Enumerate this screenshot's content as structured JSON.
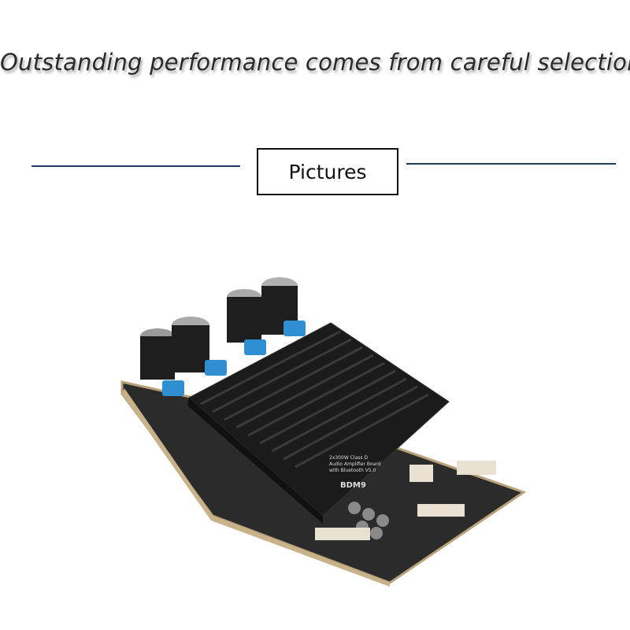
{
  "headline": "Outstanding performance comes from careful selection",
  "section_label": "Pictures",
  "product_photo": {
    "description_icon": "amplifier-board-photo",
    "board_text": [
      "2x300W Class D",
      "Audio Amplifier Board",
      "with Bluetooth V5.0",
      "BDM9"
    ],
    "colors": {
      "heatsink": "#1b1b1b",
      "pcb": "#2a2a2a",
      "capacitor_blue": "#2f8fd0",
      "divider_line": "#1f3c5c"
    }
  }
}
